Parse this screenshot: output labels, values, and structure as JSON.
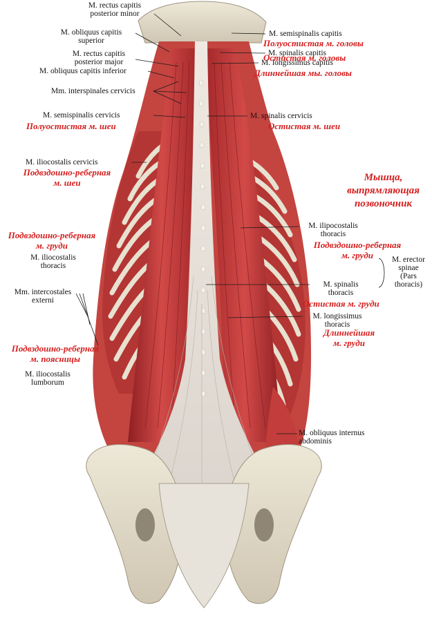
{
  "colors": {
    "russian_label": "#d41e1e",
    "muscle": "#c83a3a",
    "muscle_dark": "#8e1f22",
    "bone": "#e6e0d0",
    "tendon": "#ece8e1",
    "leader": "#1a1a1a"
  },
  "title": [
    "Мышца,",
    "выпрямляющая",
    "позвоночник"
  ],
  "latin": {
    "rectus_minor": [
      "M. rectus capitis",
      "posterior minor"
    ],
    "obliquus_superior": [
      "M. obliquus capitis",
      "superior"
    ],
    "rectus_major": [
      "M. rectus capitis",
      "posterior major"
    ],
    "obliquus_inferior": "M. obliquus capitis inferior",
    "interspinales": "Mm. interspinales cervicis",
    "semispinalis_cervicis": "M. semispinalis cervicis",
    "iliocostalis_cervicis": "M. iliocostalis cervicis",
    "iliocostalis_thoracis_left": [
      "M. iliocostalis",
      "thoracis"
    ],
    "intercostales": [
      "Mm. intercostales",
      "externi"
    ],
    "iliocostalis_lumborum": [
      "M. iliocostalis",
      "lumborum"
    ],
    "semispinalis_capitis": "M. semispinalis capitis",
    "spinalis_capitis": "M. spinalis capitis",
    "longissimus_capitis": "M. longissimus capitis",
    "spinalis_cervicis": "M. spinalis cervicis",
    "ilipocostalis_thoracis": [
      "M. ilipocostalis",
      "thoracis"
    ],
    "erector": [
      "M. erector",
      "spinae",
      "(Pars",
      "thoracis)"
    ],
    "spinalis_thoracis": [
      "M.  spinalis",
      "thoracis"
    ],
    "longissimus_thoracis": [
      "M. longissimus",
      "thoracis"
    ],
    "obliquus_internus": [
      "M. obliquus internus",
      "abdominis"
    ]
  },
  "russian": {
    "semispinalis_capitis": "Полуостистая м. головы",
    "spinalis_capitis": "Остистая м. головы",
    "longissimus_capitis": "Длиннейшая мы. головы",
    "semispinalis_cervicis": "Полуостистая м. шеи",
    "spinalis_cervicis": "Остистая м. шеи",
    "iliocostalis_cervicis": [
      "Подвздошно-реберная",
      "м. шеи"
    ],
    "iliocostalis_thoracis_left": [
      "Подвздошно-реберная",
      "м. груди"
    ],
    "iliocostalis_thoracis_right": [
      "Подвздошно-реберная",
      "м. груди"
    ],
    "spinalis_thoracis": "Остистая м. груди",
    "longissimus_thoracis": [
      "Длиннейшая",
      "м. груди"
    ],
    "iliocostalis_lumborum": [
      "Подвздошно-реберная",
      "м. поясницы"
    ]
  }
}
